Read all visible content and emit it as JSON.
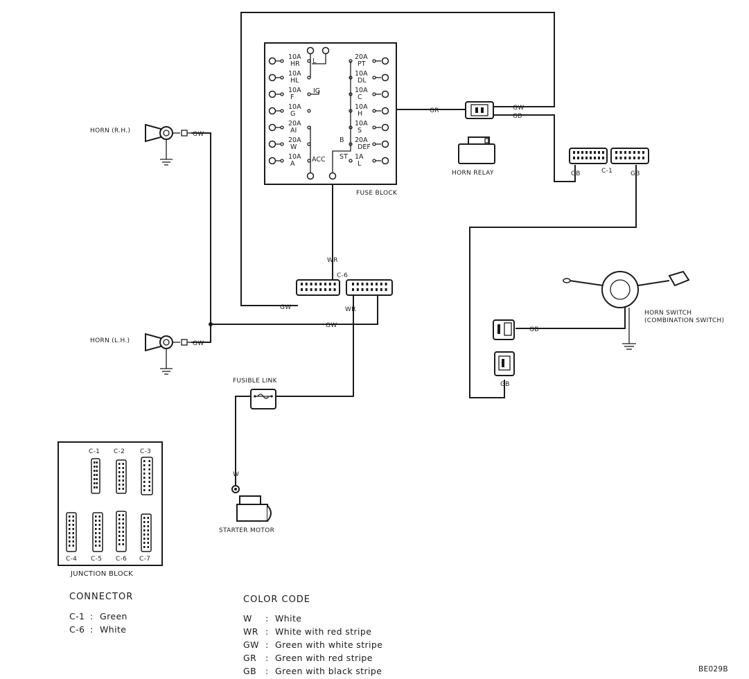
{
  "labels": {
    "horn_rh": "HORN (R.H.)",
    "horn_lh": "HORN (L.H.)",
    "fuse_block": "FUSE BLOCK",
    "horn_relay": "HORN RELAY",
    "horn_switch_1": "HORN SWITCH",
    "horn_switch_2": "(COMBINATION SWITCH)",
    "fusible_link": "FUSIBLE LINK",
    "starter_motor": "STARTER MOTOR",
    "junction_block": "JUNCTION BLOCK",
    "figure_code": "BE029B"
  },
  "fuses_left": [
    {
      "amp": "10A",
      "code": "HR"
    },
    {
      "amp": "10A",
      "code": "HL"
    },
    {
      "amp": "10A",
      "code": "F"
    },
    {
      "amp": "10A",
      "code": "G"
    },
    {
      "amp": "20A",
      "code": "AI"
    },
    {
      "amp": "20A",
      "code": "W"
    },
    {
      "amp": "10A",
      "code": "A"
    }
  ],
  "fuses_right": [
    {
      "amp": "20A",
      "code": "PT"
    },
    {
      "amp": "10A",
      "code": "DL"
    },
    {
      "amp": "10A",
      "code": "C"
    },
    {
      "amp": "10A",
      "code": "H"
    },
    {
      "amp": "10A",
      "code": "S"
    },
    {
      "amp": "20A",
      "code": "DEF"
    },
    {
      "amp": "1A",
      "code": "L"
    }
  ],
  "bus_labels": {
    "L": "L",
    "IG": "IG",
    "ACC": "ACC",
    "B": "B",
    "ST": "ST"
  },
  "wire_labels": {
    "gw_rh": "GW",
    "gw_lh": "GW",
    "gw_bus": "GW",
    "gw_loop": "GW",
    "gr_relay": "GR",
    "gw_relay": "GW",
    "gb_relay": "GB",
    "gb_c1_left": "GB",
    "gb_c1_right": "GB",
    "wr_top": "WR",
    "wr_bottom": "WR",
    "gb_switch": "GB",
    "gb_lower": "GB",
    "w_starter": "W"
  },
  "connector_tags": {
    "c6": "C-6",
    "c1": "C-1"
  },
  "junction_connectors": [
    "C-1",
    "C-2",
    "C-3",
    "C-4",
    "C-5",
    "C-6",
    "C-7"
  ],
  "connector_legend": {
    "title": "CONNECTOR",
    "items": [
      {
        "code": "C-1",
        "sep": ":",
        "name": "Green"
      },
      {
        "code": "C-6",
        "sep": ":",
        "name": "White"
      }
    ]
  },
  "color_code": {
    "title": "COLOR CODE",
    "items": [
      {
        "code": "W",
        "sep": ":",
        "name": "White"
      },
      {
        "code": "WR",
        "sep": ":",
        "name": "White with red stripe"
      },
      {
        "code": "GW",
        "sep": ":",
        "name": "Green with white stripe"
      },
      {
        "code": "GR",
        "sep": ":",
        "name": "Green with red stripe"
      },
      {
        "code": "GB",
        "sep": ":",
        "name": "Green with black stripe"
      }
    ]
  }
}
